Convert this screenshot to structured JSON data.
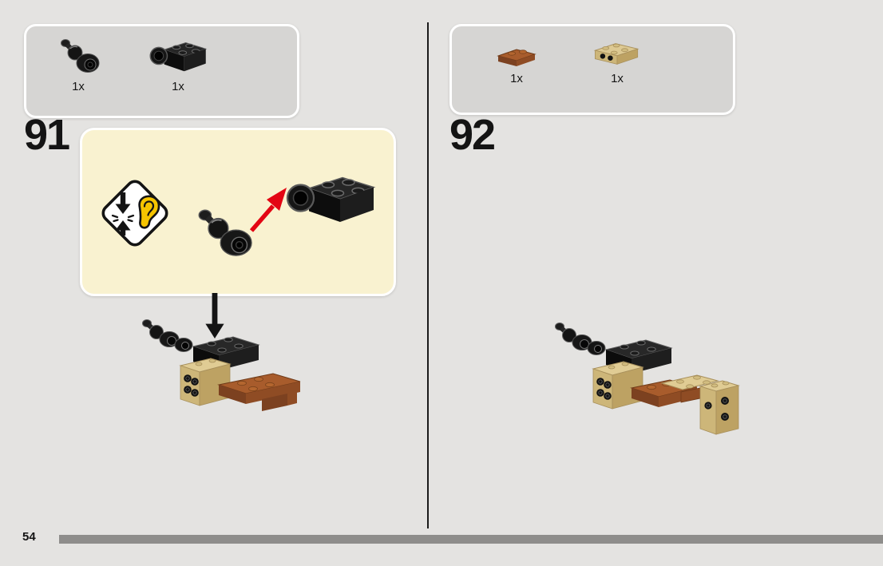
{
  "page": {
    "number": "54"
  },
  "left_step": {
    "number": "91",
    "parts": [
      {
        "count": "1x",
        "icon": "black-ball-joint-part-icon"
      },
      {
        "count": "1x",
        "icon": "black-socket-brick-part-icon"
      }
    ],
    "callout_icons": [
      "press-listen-warning-icon",
      "black-ball-joint-part-icon",
      "red-direction-arrow-icon",
      "black-socket-brick-part-icon"
    ],
    "flow_icon": "down-arrow-icon"
  },
  "right_step": {
    "number": "92",
    "parts": [
      {
        "count": "1x",
        "icon": "brown-plate-part-icon"
      },
      {
        "count": "1x",
        "icon": "tan-bracket-plate-part-icon"
      }
    ]
  },
  "colors": {
    "background": "#e4e3e1",
    "parts_tray_fill": "#d6d5d3",
    "parts_tray_border": "#ffffff",
    "callout_fill": "#f9f2d0",
    "red_arrow": "#e30613",
    "warning_ear_yellow": "#f5c400",
    "black_part": "#1a1a1a",
    "tan_part": "#ddc992",
    "brown_part": "#a85c2c",
    "footer_bar": "#8e8d8b",
    "divider": "#1b1b1b"
  }
}
